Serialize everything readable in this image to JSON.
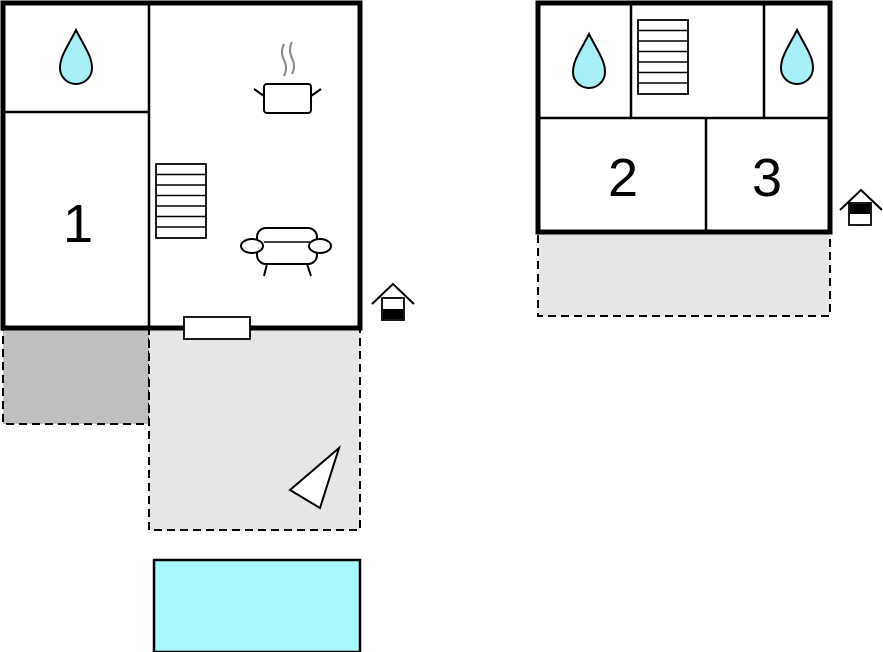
{
  "floor_ground": {
    "bedroom_number": "1"
  },
  "floor_upper": {
    "bedroom_a_number": "2",
    "bedroom_b_number": "3"
  },
  "colors": {
    "wall": "#000000",
    "water_drop": "#a8f0f5",
    "pool": "#a8f8ff",
    "terrace": "#e6e6e6",
    "covered_terrace": "#bfbfbf",
    "dashed_outline": "#000000",
    "background": "#ffffff"
  },
  "icons": [
    "water-drop-icon",
    "stairs-icon",
    "cooking-pot-icon",
    "sofa-icon",
    "house-entrance-icon",
    "garden-triangle-icon",
    "window-icon"
  ]
}
